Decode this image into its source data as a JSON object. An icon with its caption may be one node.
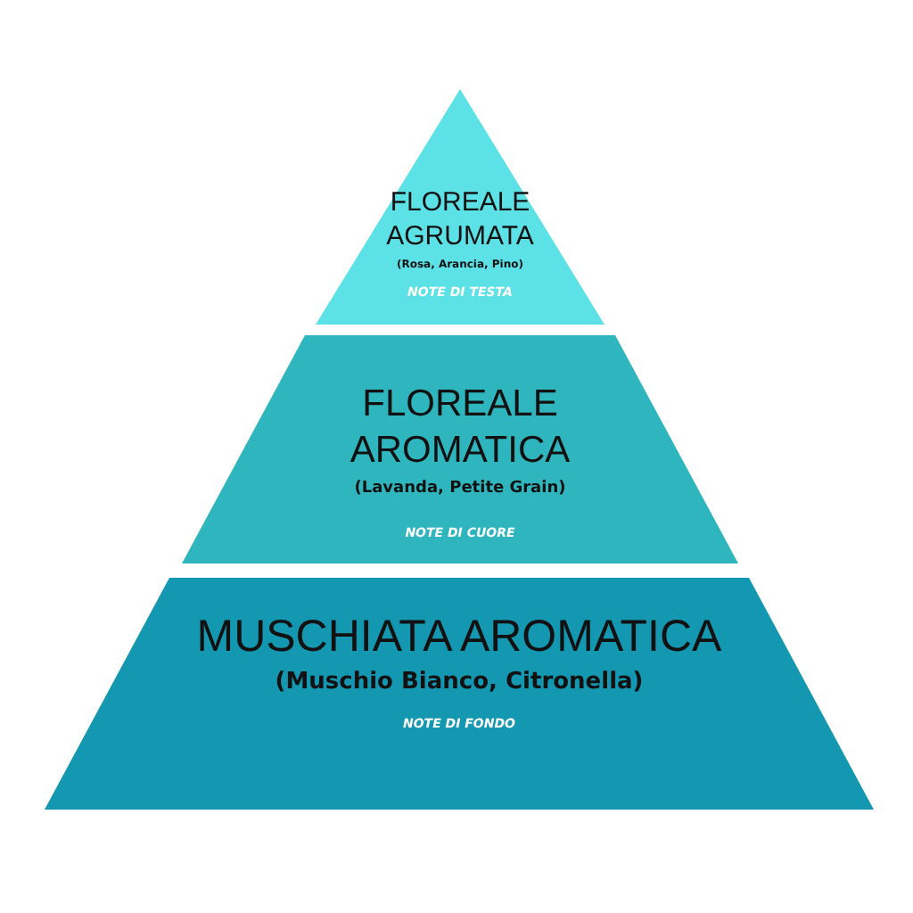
{
  "diagram": {
    "nodes": [
      {
        "text": [
          "FLOREALE AGRUMATA",
          "(Rosa, Arancia, Pino)",
          "NOTE DI TESTA"
        ]
      },
      {
        "text": [
          "FLOREALE AROMATICA",
          "(Lavanda, Petite Grain)",
          "NOTE DI CUORE"
        ]
      },
      {
        "text": [
          "MUSCHIATA AROMATICA",
          "(Muschio Bianco, Citronella)",
          "NOTE DI FONDO"
        ]
      }
    ],
    "edges": []
  }
}
